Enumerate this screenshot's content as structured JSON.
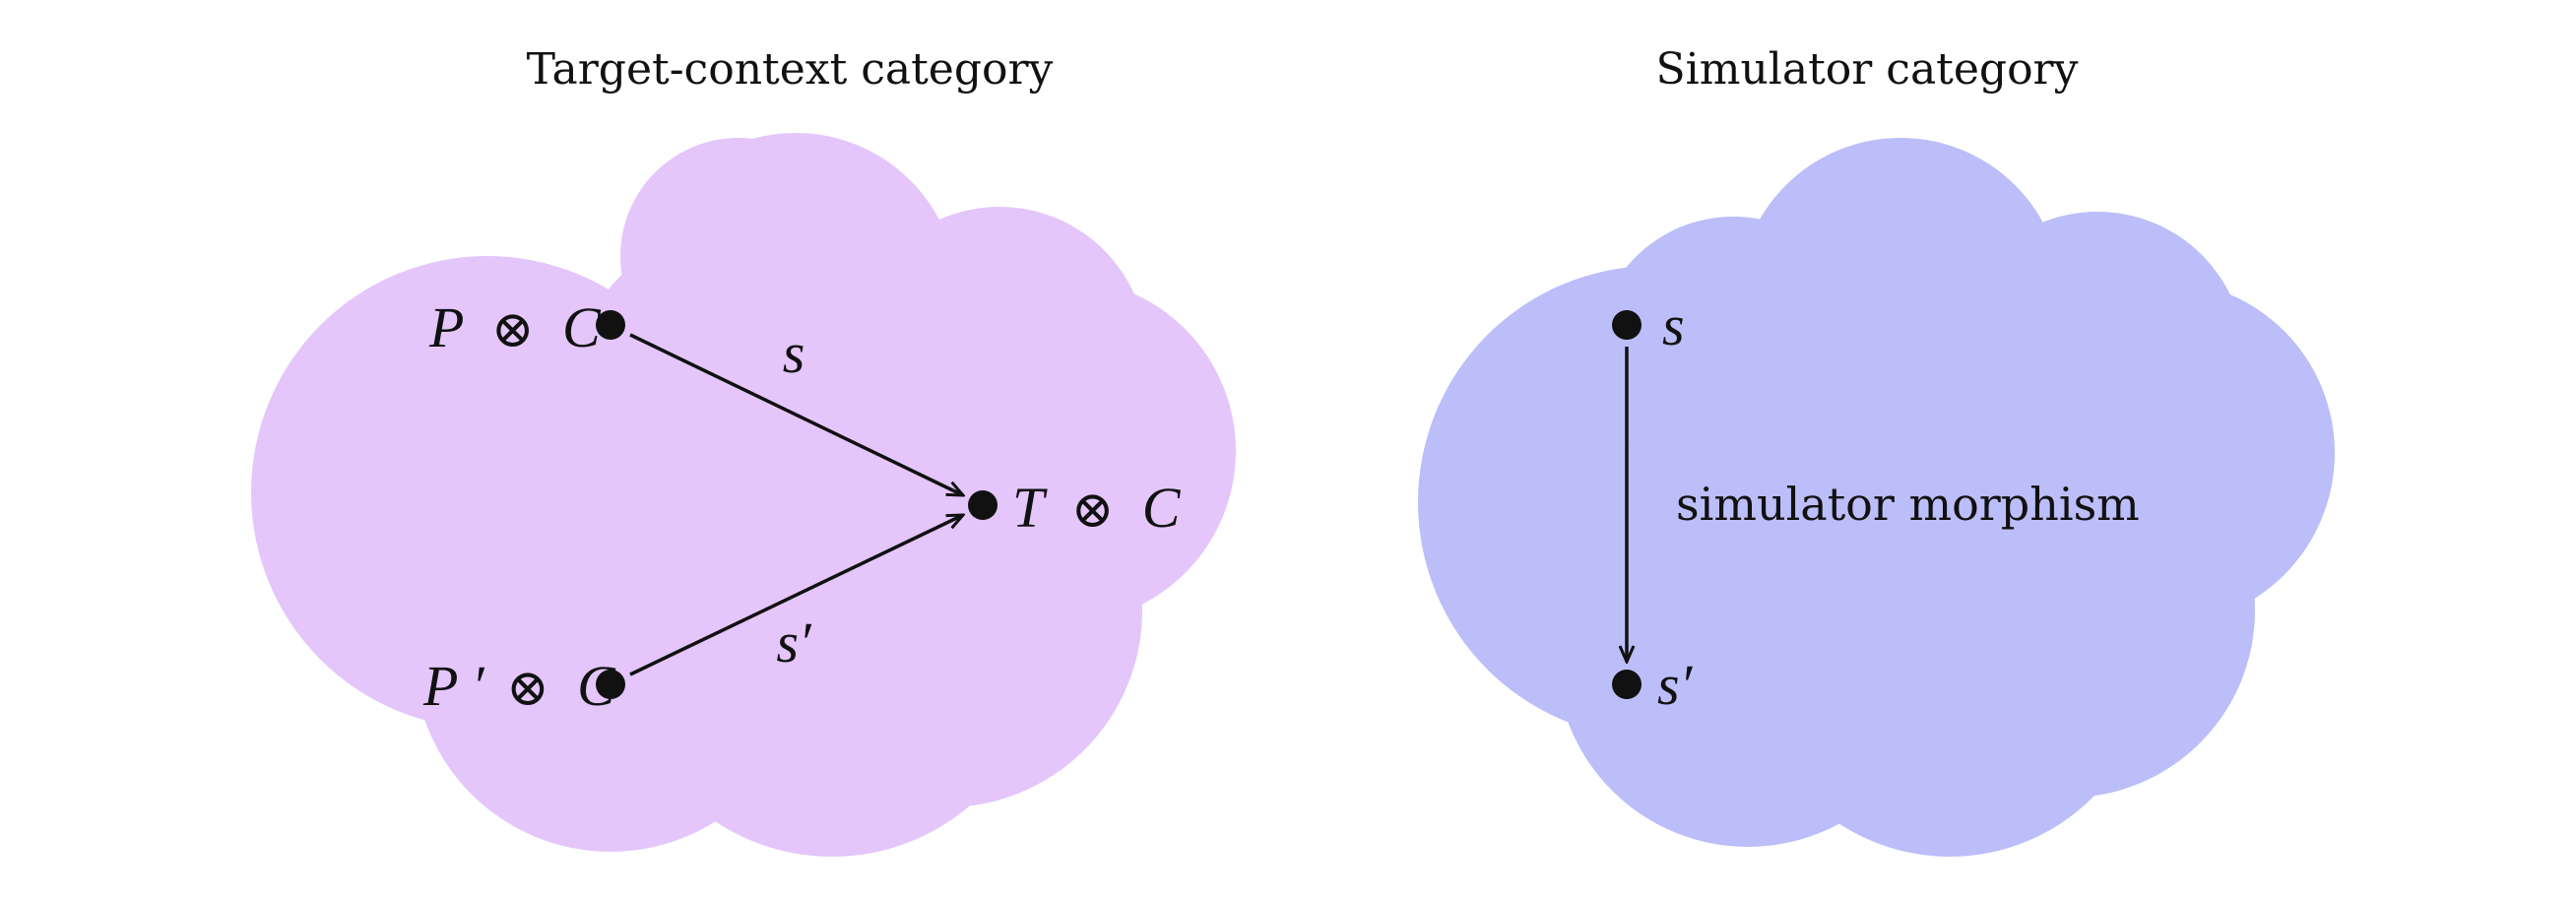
{
  "colors": {
    "left_cloud": "#e4c6fb",
    "right_cloud": "#bbbef8",
    "ink": "#111111"
  },
  "left": {
    "title": "Target-context category",
    "nodes": {
      "p": {
        "var": "P",
        "prime": "",
        "op": "⊗",
        "ctx": "C"
      },
      "pp": {
        "var": "P",
        "prime": "′",
        "op": "⊗",
        "ctx": "C"
      },
      "t": {
        "var": "T",
        "op": "⊗",
        "ctx": "C"
      }
    },
    "edges": {
      "s": "s",
      "s_prime": "s′"
    }
  },
  "right": {
    "title": "Simulator category",
    "nodes": {
      "s": "s",
      "s_prime": "s′"
    },
    "edge_label": "simulator morphism"
  }
}
